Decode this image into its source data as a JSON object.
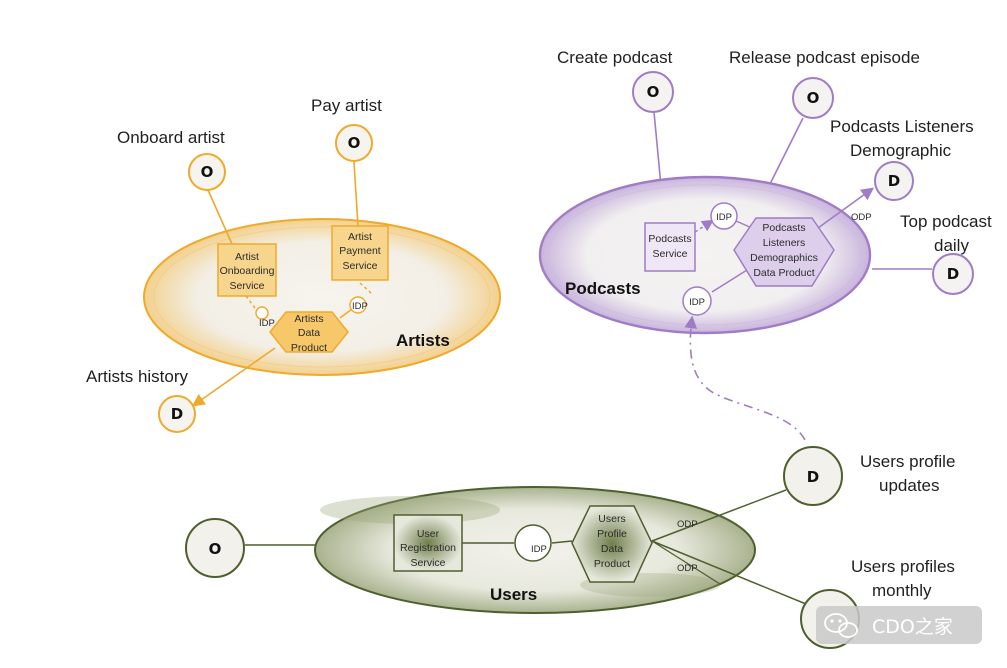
{
  "colors": {
    "artists": "#f0a92a",
    "podcasts": "#a07cc6",
    "users": "#4e5f2e"
  },
  "node_letters": {
    "operational": "O",
    "data": "D"
  },
  "artists": {
    "domain_label": "Artists",
    "onboard_label": "Onboard artist",
    "pay_label": "Pay artist",
    "onboarding_service": [
      "Artist",
      "Onboarding",
      "Service"
    ],
    "payment_service": [
      "Artist",
      "Payment",
      "Service"
    ],
    "data_product": [
      "Artists",
      "Data",
      "Product"
    ],
    "idp_left": "IDP",
    "idp_right": "IDP",
    "history_label": "Artists history"
  },
  "podcasts": {
    "domain_label": "Podcasts",
    "create_label": "Create podcast",
    "release_label": "Release podcast episode",
    "demographic_label": [
      "Podcasts Listeners",
      "Demographic"
    ],
    "top_label": [
      "Top podcast",
      "daily"
    ],
    "service": [
      "Podcasts",
      "Service"
    ],
    "data_product": [
      "Podcasts",
      "Listeners",
      "Demographics",
      "Data Product"
    ],
    "idp_top": "IDP",
    "idp_bottom": "IDP",
    "odp": "ODP"
  },
  "users": {
    "domain_label": "Users",
    "registration_service": [
      "User",
      "Registration",
      "Service"
    ],
    "idp": "IDP",
    "data_product": [
      "Users",
      "Profile",
      "Data",
      "Product"
    ],
    "odp_top": "ODP",
    "odp_bottom": "ODP",
    "updates_label": [
      "Users profile",
      "updates"
    ],
    "monthly_label": [
      "Users profiles",
      "monthly"
    ]
  },
  "watermark": "CDO之家"
}
